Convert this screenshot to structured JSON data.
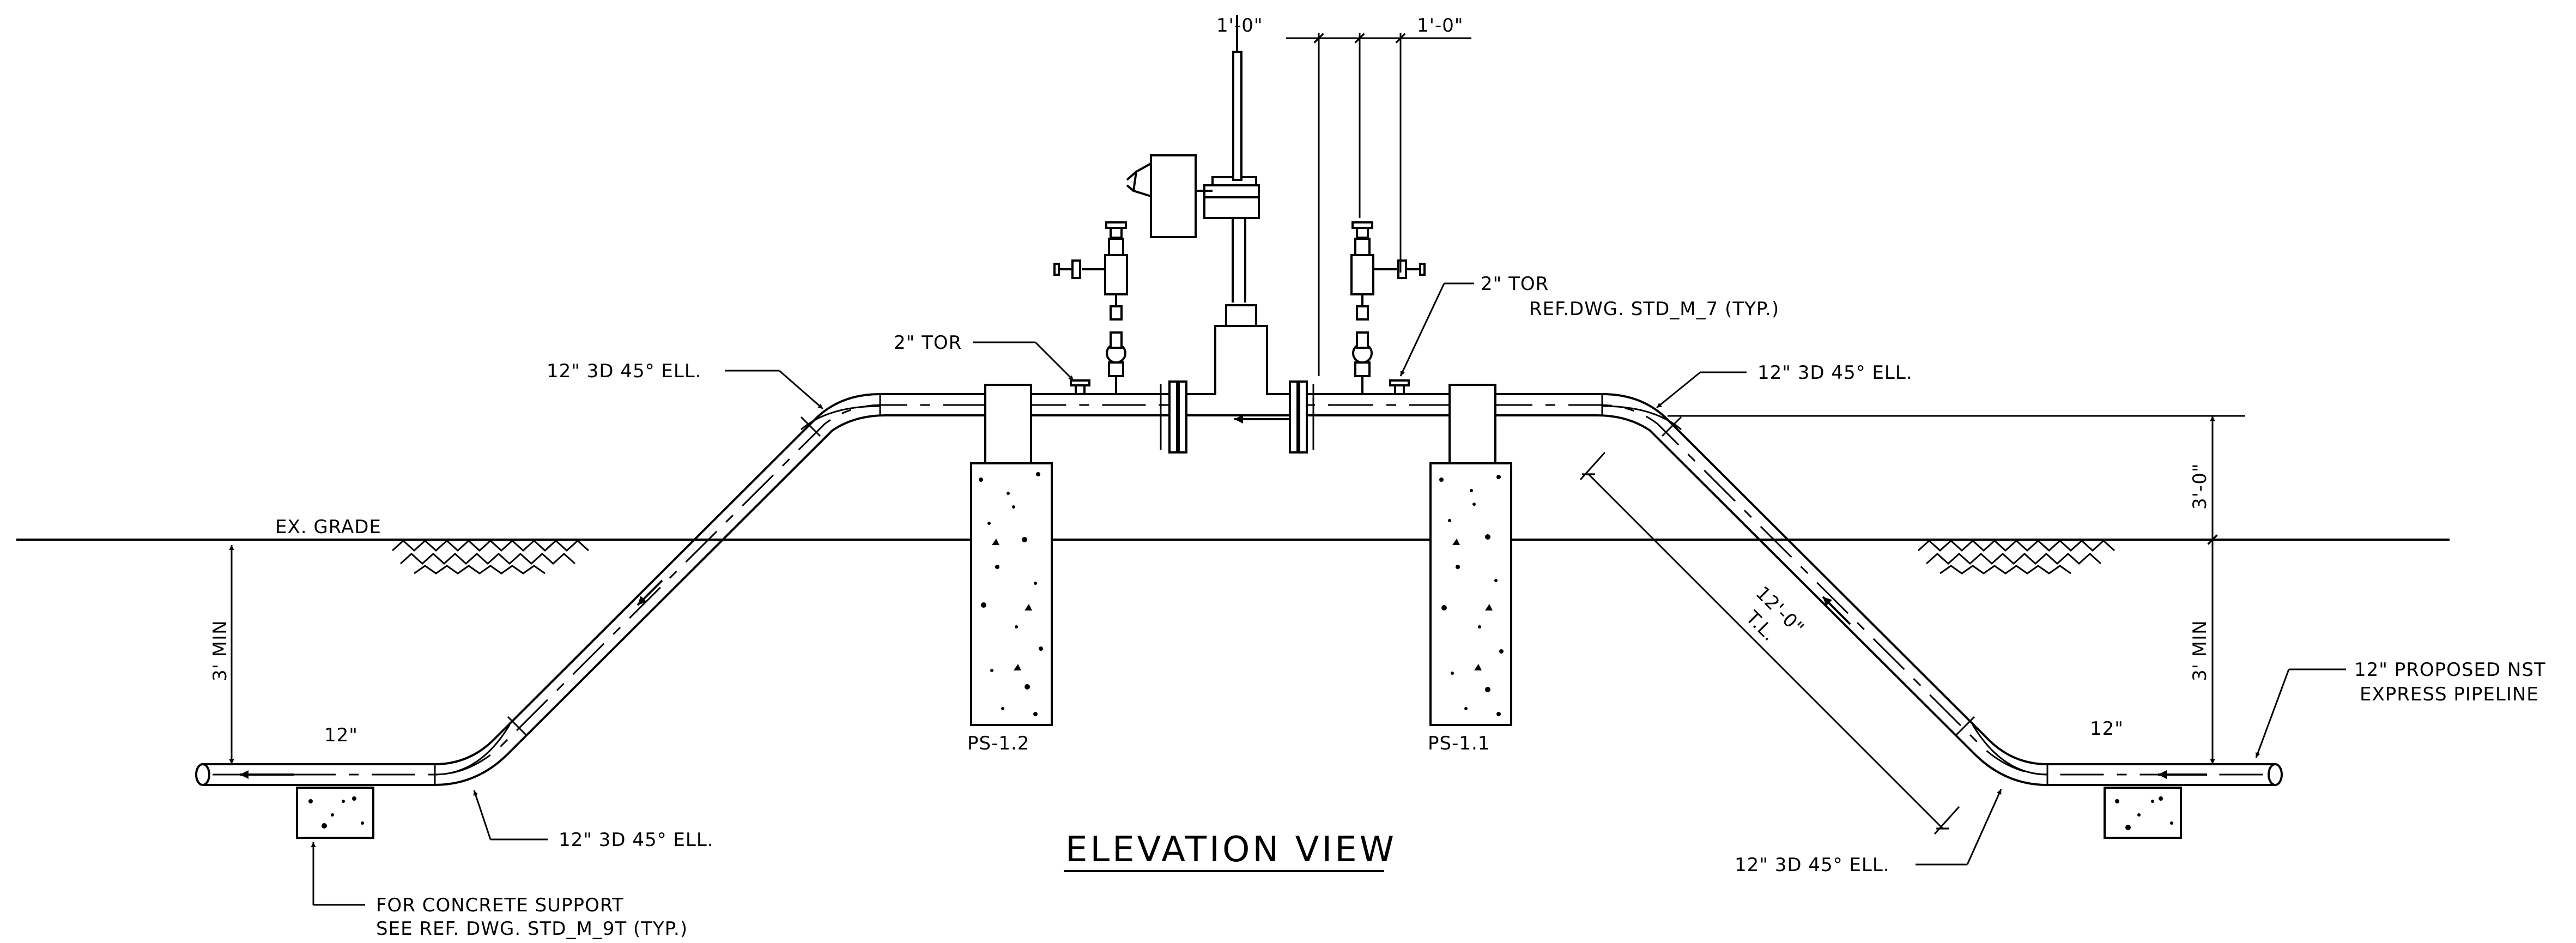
{
  "drawing": {
    "title": "ELEVATION VIEW",
    "labels": {
      "ex_grade": "EX. GRADE",
      "elbow": "12\" 3D 45° ELL.",
      "tor_left": "2\" TOR",
      "tor_right_line1": "2\" TOR",
      "tor_right_line2": "REF.DWG. STD_M_7 (TYP.)",
      "pipe_size": "12\"",
      "proposed_line1": "12\" PROPOSED NST",
      "proposed_line2": "EXPRESS PIPELINE",
      "support_line1": "FOR CONCRETE SUPPORT",
      "support_line2": "SEE REF. DWG. STD_M_9T (TYP.)",
      "support_ps12": "PS-1.2",
      "support_ps11": "PS-1.1"
    },
    "dimensions": {
      "top_left": "1'-0\"",
      "top_right": "1'-0\"",
      "cover_left": "3' MIN",
      "cover_right": "3' MIN",
      "height_right": "3'-0\"",
      "diagonal_length": "12'-0\"",
      "diagonal_note": "T.L."
    }
  }
}
